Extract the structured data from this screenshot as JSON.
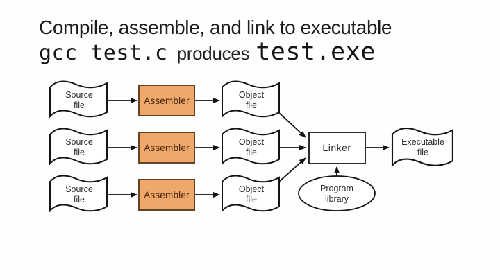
{
  "title": {
    "line1": "Compile, assemble, and link to executable",
    "command": "gcc test.c",
    "connector": "produces",
    "result": "test.exe"
  },
  "diagram": {
    "source_files": [
      {
        "line1": "Source",
        "line2": "file"
      },
      {
        "line1": "Source",
        "line2": "file"
      },
      {
        "line1": "Source",
        "line2": "file"
      }
    ],
    "assemblers": [
      {
        "label": "Assembler"
      },
      {
        "label": "Assembler"
      },
      {
        "label": "Assembler"
      }
    ],
    "object_files": [
      {
        "line1": "Object",
        "line2": "file"
      },
      {
        "line1": "Object",
        "line2": "file"
      },
      {
        "line1": "Object",
        "line2": "file"
      }
    ],
    "linker": {
      "label": "Linker"
    },
    "executable": {
      "line1": "Executable",
      "line2": "file"
    },
    "library": {
      "line1": "Program",
      "line2": "library"
    },
    "colors": {
      "background": "#fefefe",
      "assembler_fill": "#f0a76a",
      "assembler_border": "#5f4426",
      "assembler_text": "#42260a",
      "line": "#111111",
      "text": "#2e2e2e"
    }
  }
}
